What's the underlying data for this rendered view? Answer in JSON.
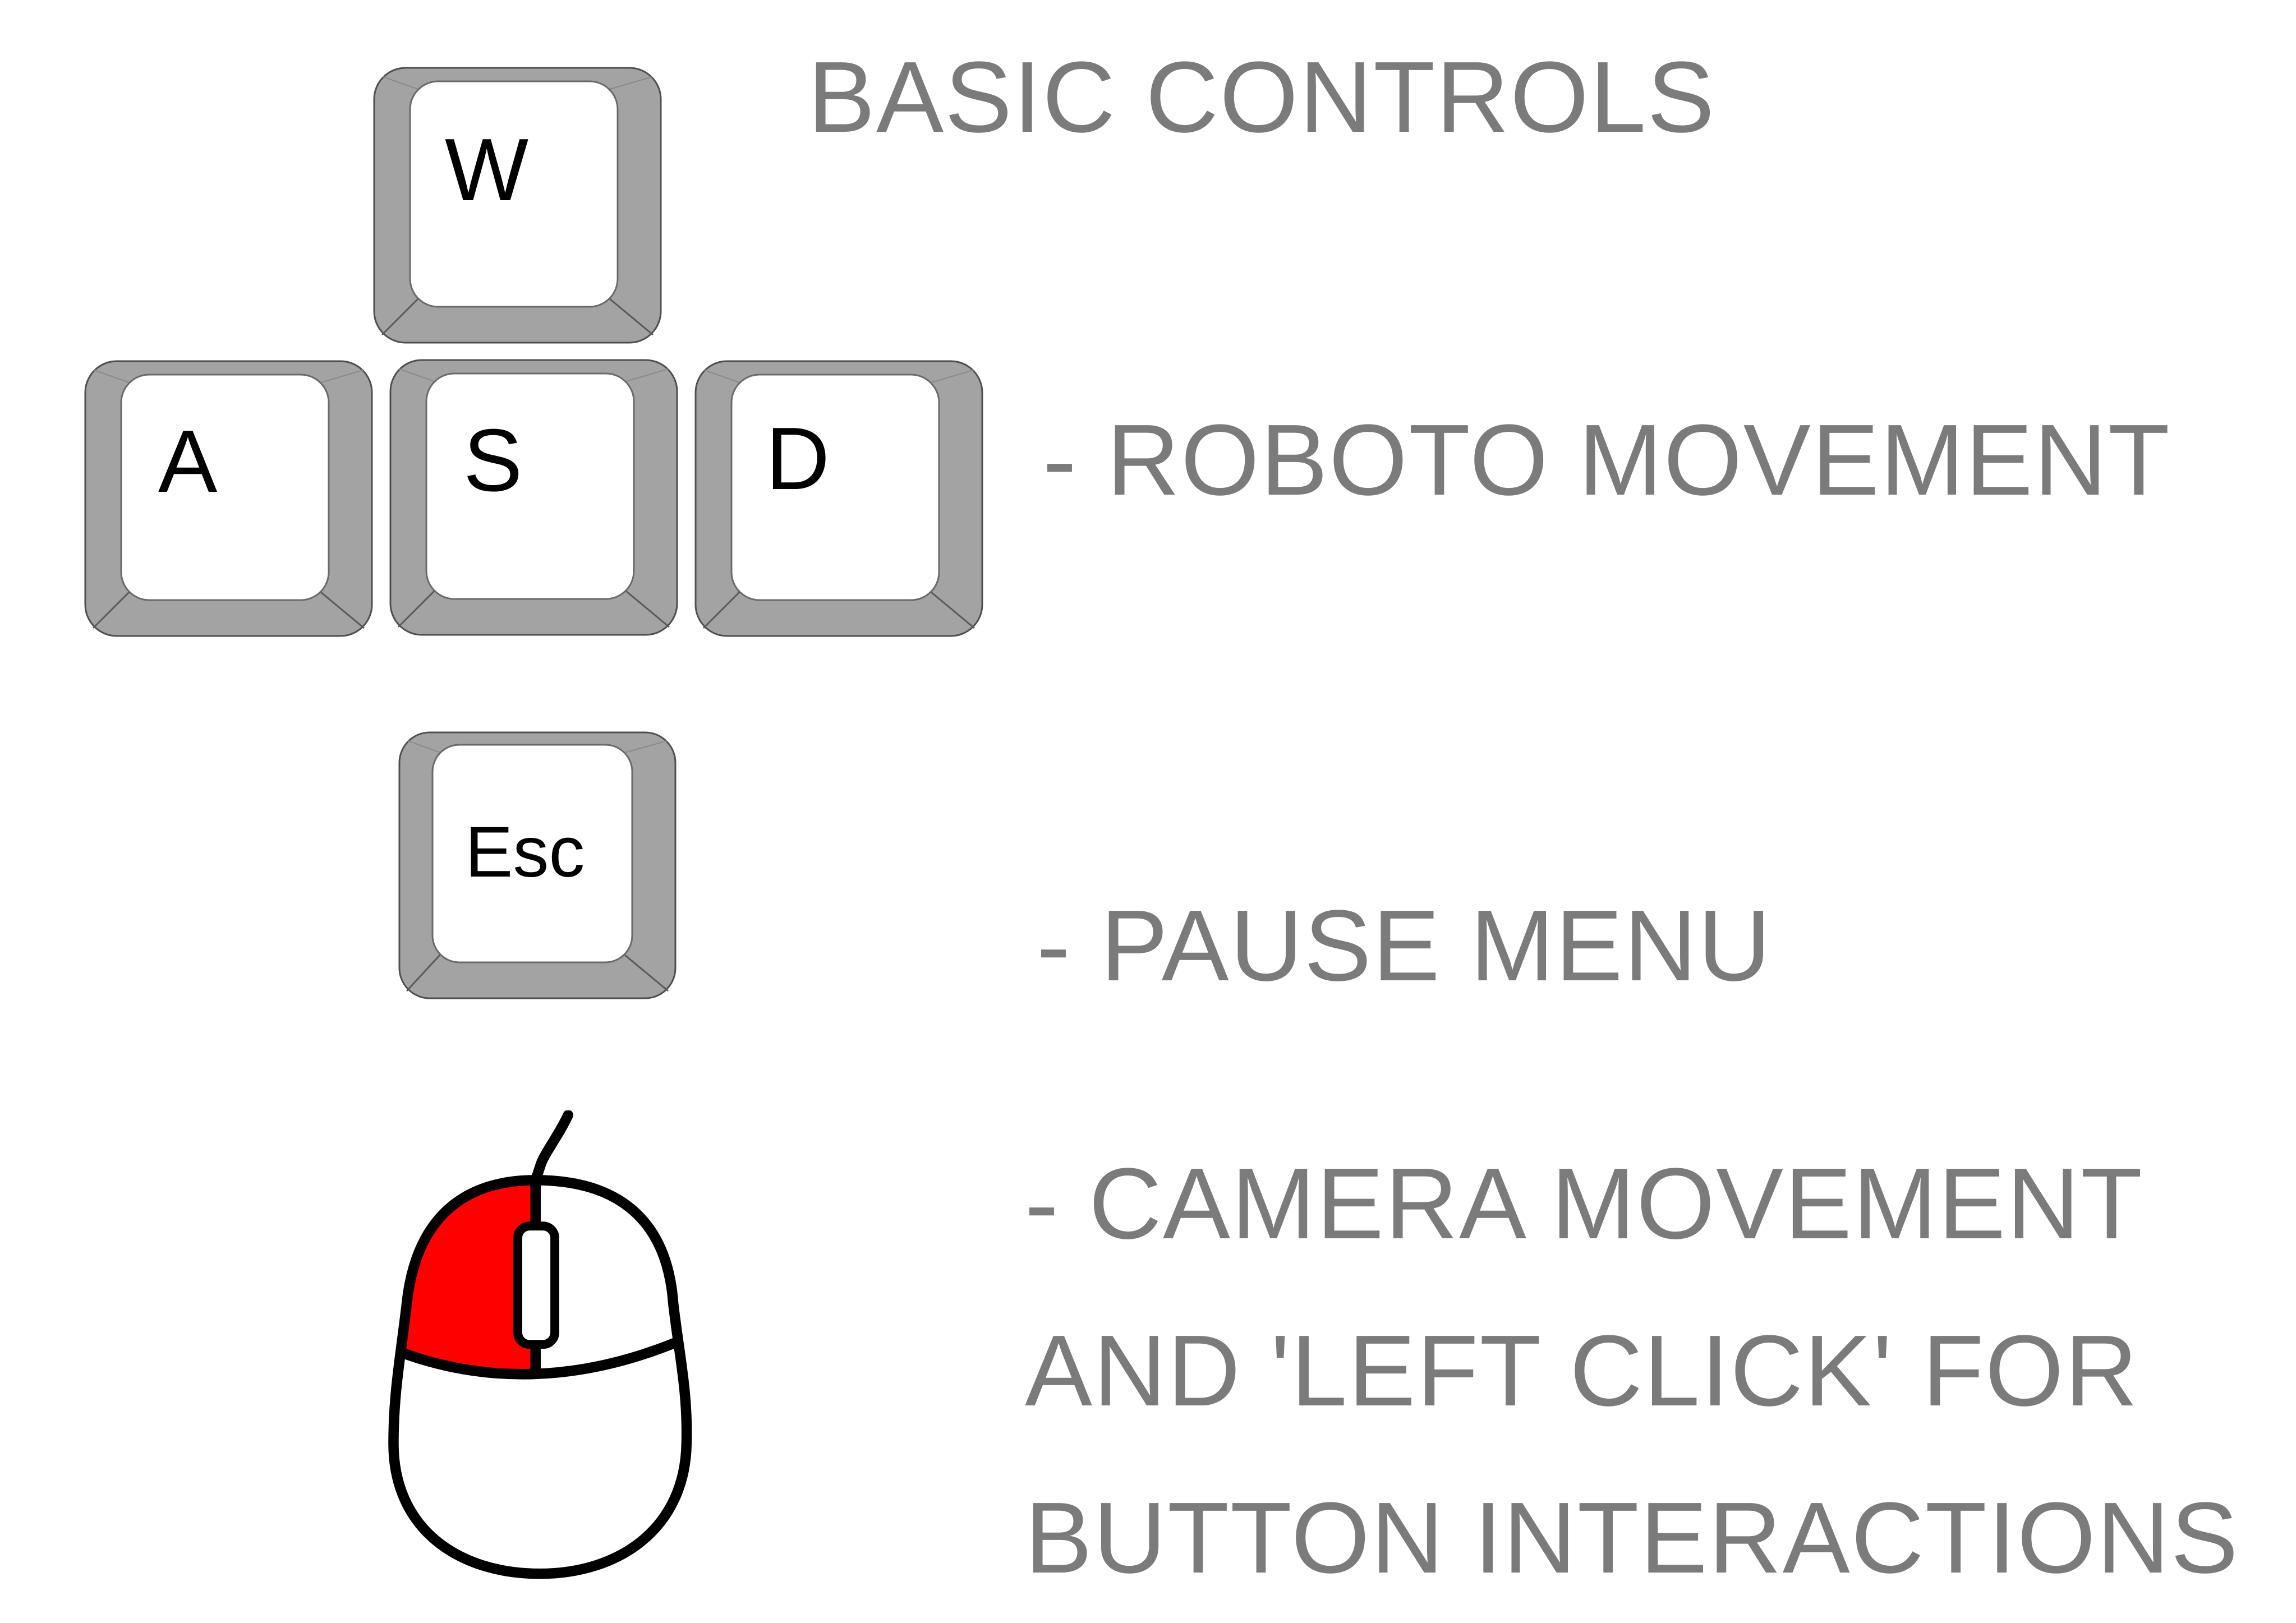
{
  "title": "BASIC CONTROLS",
  "keys": {
    "w": "W",
    "a": "A",
    "s": "S",
    "d": "D",
    "esc": "Esc"
  },
  "descriptions": {
    "movement": "- ROBOTO MOVEMENT",
    "pause": "- PAUSE MENU",
    "camera": [
      "- CAMERA MOVEMENT",
      "AND 'LEFT CLICK' FOR",
      "BUTTON INTERACTIONS"
    ]
  },
  "icons": {
    "movement_keys": [
      "w-key-icon",
      "a-key-icon",
      "s-key-icon",
      "d-key-icon"
    ],
    "pause_key": "esc-key-icon",
    "camera_input": "mouse-left-click-icon"
  },
  "colors": {
    "background": "#ffffff",
    "text": "#7b7b7b",
    "key_body": "#a3a3a3",
    "key_face": "#ffffff",
    "mouse_left_button": "#ff0000",
    "mouse_outline": "#000000"
  }
}
